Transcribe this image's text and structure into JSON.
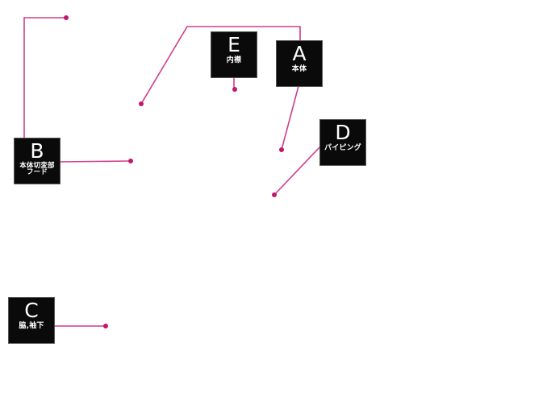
{
  "leader_color": "#cf3d8a",
  "dot_color": "#c2186b",
  "callouts": {
    "a": {
      "letter": "A",
      "caption": "本体"
    },
    "b": {
      "letter": "B",
      "caption": "本体切変部\nフード"
    },
    "c": {
      "letter": "C",
      "caption": "脇,袖下"
    },
    "d": {
      "letter": "D",
      "caption": "パイピング"
    },
    "e": {
      "letter": "E",
      "caption": "内襟"
    }
  }
}
